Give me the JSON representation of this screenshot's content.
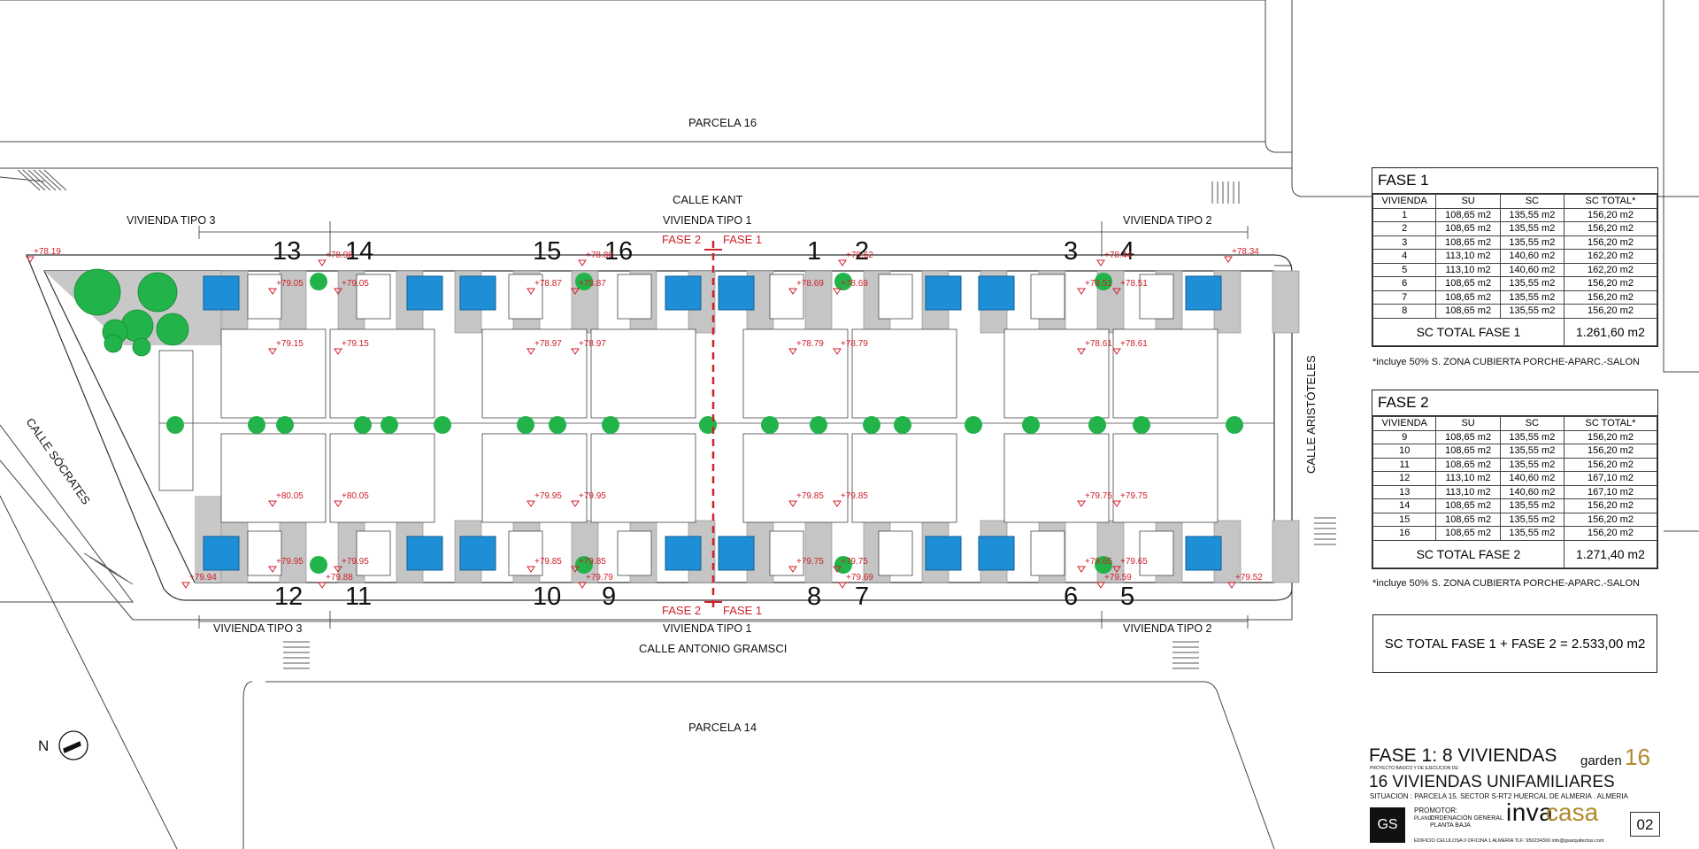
{
  "labels": {
    "parcela_top": "PARCELA 16",
    "parcela_bottom": "PARCELA 14",
    "calle_north": "CALLE   KANT",
    "calle_south": "CALLE   ANTONIO GRAMSCI",
    "calle_west": "CALLE   SÓCRATES",
    "calle_east": "CALLE   ARISTÓTELES",
    "tipo3": "VIVIENDA TIPO 3",
    "tipo1": "VIVIENDA TIPO 1",
    "tipo2": "VIVIENDA TIPO 2",
    "fase1": "FASE 1",
    "fase2": "FASE 2",
    "north": "N"
  },
  "house_numbers_top": [
    "13",
    "14",
    "15",
    "16",
    "1",
    "2",
    "3",
    "4"
  ],
  "house_numbers_bottom": [
    "12",
    "11",
    "10",
    "9",
    "8",
    "7",
    "6",
    "5"
  ],
  "levels": {
    "corner_nw": "+78.19",
    "corner_ne": "+78.34",
    "corner_sw": "+79.94",
    "corner_se": "+79.52",
    "top_boundary": [
      "+78.98",
      "+78.80",
      "+78.62",
      "+78.44"
    ],
    "row1": [
      "+79.05",
      "+79.05",
      "+78.87",
      "+78.87",
      "+78.69",
      "+78.69",
      "+78.51",
      "+78.51"
    ],
    "row2": [
      "+79.15",
      "+79.15",
      "+78.97",
      "+78.97",
      "+78.79",
      "+78.79",
      "+78.61",
      "+78.61"
    ],
    "row3": [
      "+80.05",
      "+80.05",
      "+79.95",
      "+79.95",
      "+79.85",
      "+79.85",
      "+79.75",
      "+79.75"
    ],
    "row4": [
      "+79.95",
      "+79.95",
      "+79.85",
      "+79.85",
      "+79.75",
      "+79.75",
      "+79.65",
      "+79.65"
    ],
    "bottom_boundary": [
      "+79.88",
      "+79.79",
      "+79.69",
      "+79.59"
    ]
  },
  "fase1_table": {
    "title": "FASE 1",
    "headers": [
      "VIVIENDA",
      "SU",
      "SC",
      "SC TOTAL*"
    ],
    "rows": [
      [
        "1",
        "108,65 m2",
        "135,55 m2",
        "156,20 m2"
      ],
      [
        "2",
        "108,65 m2",
        "135,55 m2",
        "156,20 m2"
      ],
      [
        "3",
        "108,65 m2",
        "135,55 m2",
        "156,20 m2"
      ],
      [
        "4",
        "113,10 m2",
        "140,60 m2",
        "162,20 m2"
      ],
      [
        "5",
        "113,10 m2",
        "140,60 m2",
        "162,20 m2"
      ],
      [
        "6",
        "108,65 m2",
        "135,55 m2",
        "156,20 m2"
      ],
      [
        "7",
        "108,65 m2",
        "135,55 m2",
        "156,20 m2"
      ],
      [
        "8",
        "108,65 m2",
        "135,55 m2",
        "156,20 m2"
      ]
    ],
    "total_label": "SC TOTAL FASE 1",
    "total_value": "1.261,60 m2",
    "note": "*incluye 50% S. ZONA CUBIERTA PORCHE-APARC.-SALON"
  },
  "fase2_table": {
    "title": "FASE 2",
    "headers": [
      "VIVIENDA",
      "SU",
      "SC",
      "SC TOTAL*"
    ],
    "rows": [
      [
        "9",
        "108,65 m2",
        "135,55 m2",
        "156,20 m2"
      ],
      [
        "10",
        "108,65 m2",
        "135,55 m2",
        "156,20 m2"
      ],
      [
        "11",
        "108,65 m2",
        "135,55 m2",
        "156,20 m2"
      ],
      [
        "12",
        "113,10 m2",
        "140,60 m2",
        "167,10 m2"
      ],
      [
        "13",
        "113,10 m2",
        "140,60 m2",
        "167,10 m2"
      ],
      [
        "14",
        "108,65 m2",
        "135,55 m2",
        "156,20 m2"
      ],
      [
        "15",
        "108,65 m2",
        "135,55 m2",
        "156,20 m2"
      ],
      [
        "16",
        "108,65 m2",
        "135,55 m2",
        "156,20 m2"
      ]
    ],
    "total_label": "SC TOTAL FASE 2",
    "total_value": "1.271,40 m2",
    "note": "*incluye 50% S. ZONA CUBIERTA PORCHE-APARC.-SALON"
  },
  "grand_total": "SC TOTAL  FASE 1 + FASE 2 =  2.533,00 m2",
  "title_block": {
    "main_title": "FASE 1: 8 VIVIENDAS",
    "project_kicker": "PROYECTO BASICO Y DE EJECUCION DE:",
    "project_name": "16 VIVIENDAS UNIFAMILIARES",
    "situation": "SITUACION : PARCELA 15. SECTOR S-RT2 HUERCAL DE ALMERIA . ALMERIA",
    "brand_garden": "garden",
    "brand_num": "16",
    "promotor_label": "PROMOTOR:",
    "plano_label": "PLANO:",
    "plano_value_1": "ORDENACIÓN GENERAL",
    "plano_value_2": "PLANTA BAJA",
    "brand_inva": "inva",
    "brand_casa": "casa",
    "sheet_number": "02",
    "logo": "GS",
    "address": "EDIFICIO CELULOSA II OFICINA 1 ALMERIA  TLF: 950234300  info@gsarquitectos.com"
  },
  "colors": {
    "red": "#d0202a",
    "pool": "#1e8fd6",
    "tree": "#22b34a",
    "paving": "#c8c8c8",
    "brand_gold": "#b08a2a"
  }
}
